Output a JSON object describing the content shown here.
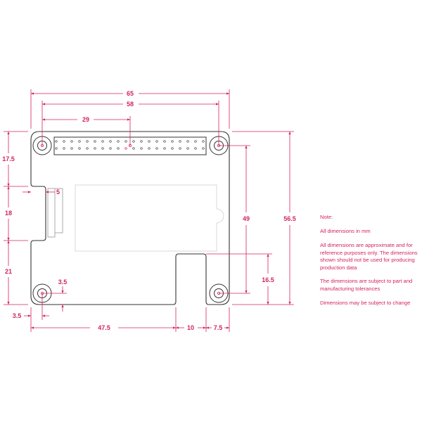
{
  "dimensions": {
    "overall_width": "65",
    "hole_spacing_x": "58",
    "header_center": "29",
    "top_to_notch": "17.5",
    "notch_height": "18",
    "notch_to_bottom": "21",
    "notch_depth": "5",
    "hole_offset_y": "3.5",
    "hole_offset_x": "3.5",
    "cutout_left": "47.5",
    "cutout_width": "10",
    "cutout_right": "7.5",
    "hole_spacing_y": "49",
    "overall_height": "56.5",
    "cutout_height": "16.5"
  },
  "notes": {
    "title": "Note:",
    "items": [
      "All dimensions in mm",
      "All dimensions are approximate and for reference purposes only. The dimensions shown should not be used for producing production data",
      "The dimensions are subject to part and manufacturing tolerances",
      "Dimensions may be subject to change"
    ]
  },
  "colors": {
    "dimension": "#d4245f",
    "outline": "#333333",
    "component": "#d8d8d8"
  }
}
